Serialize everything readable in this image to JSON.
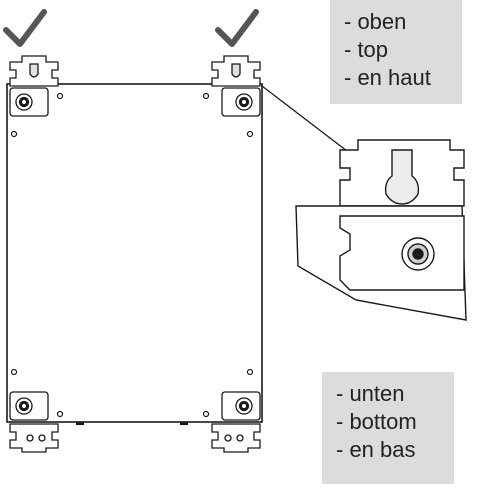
{
  "labels": {
    "top": [
      "- oben",
      "- top",
      "- en haut"
    ],
    "bottom": [
      "- unten",
      "- bottom",
      "- en bas"
    ]
  },
  "icons": {
    "check_left": "checkmark-icon",
    "check_right": "checkmark-icon"
  },
  "colors": {
    "line": "#1a1a1a",
    "check": "#555555",
    "label_bg": "#dcdcdc",
    "text": "#222222"
  }
}
